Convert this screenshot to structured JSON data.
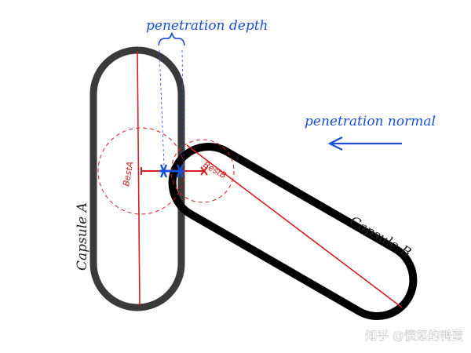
{
  "labels": {
    "penetration_depth": "penetration depth",
    "penetration_normal": "penetration normal",
    "capsule_a": "Capsule A",
    "capsule_b": "Capsule B",
    "best_a": "BestA",
    "best_b": "BestB"
  },
  "watermark": "知乎 @愤怒的鸭蛋",
  "colors": {
    "capsule_outline": "#3a3a3a",
    "axis": "#d21e1e",
    "annotation": "#1a4fd6",
    "background": "#ffffff"
  }
}
